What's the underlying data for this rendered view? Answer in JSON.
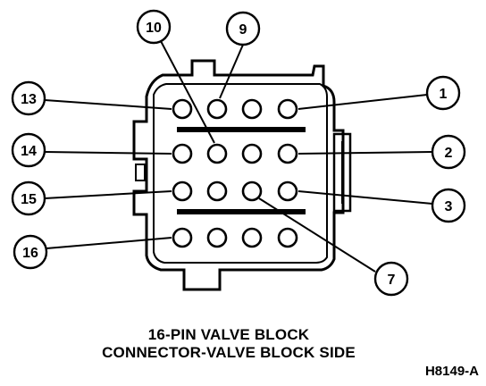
{
  "callouts": [
    {
      "id": "c9",
      "label": "9"
    },
    {
      "id": "c10",
      "label": "10"
    },
    {
      "id": "c13",
      "label": "13"
    },
    {
      "id": "c1",
      "label": "1"
    },
    {
      "id": "c14",
      "label": "14"
    },
    {
      "id": "c2",
      "label": "2"
    },
    {
      "id": "c15",
      "label": "15"
    },
    {
      "id": "c3",
      "label": "3"
    },
    {
      "id": "c16",
      "label": "16"
    },
    {
      "id": "c7",
      "label": "7"
    }
  ],
  "caption": {
    "line1": "16-PIN VALVE BLOCK",
    "line2": "CONNECTOR-VALVE BLOCK SIDE"
  },
  "figure_id": "H8149-A",
  "colors": {
    "ink": "#000000",
    "paper": "#ffffff"
  }
}
